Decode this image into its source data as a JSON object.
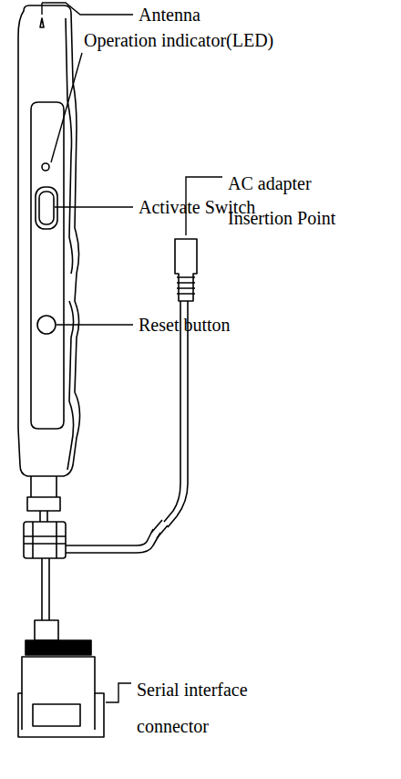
{
  "diagram": {
    "labels": [
      "Antenna",
      "Operation indicator(LED)",
      "Activate Switch",
      "Reset button",
      "AC adapter Insertion Point",
      "Serial interface connector"
    ]
  }
}
